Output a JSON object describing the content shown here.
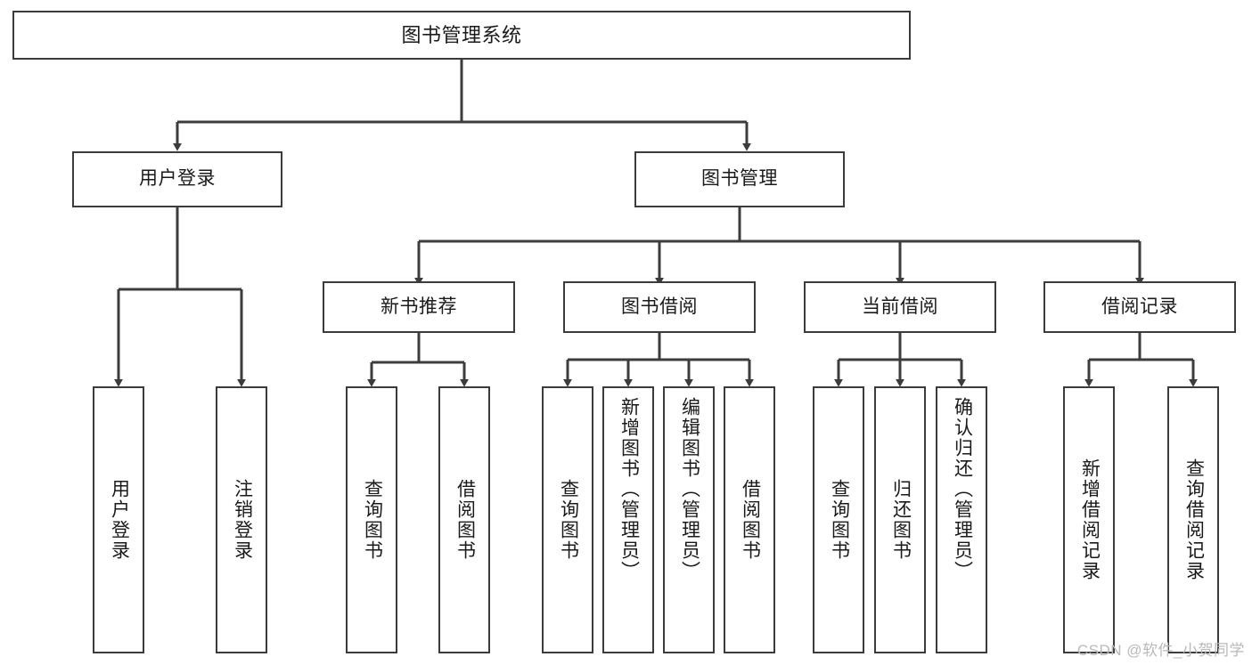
{
  "diagram": {
    "type": "tree",
    "title": "图书管理系统",
    "watermark": "CSDN @软件_小贺同学",
    "colors": {
      "box_border": "#3c3c3c",
      "box_fill": "#ffffff",
      "edge": "#3c3c3c",
      "text": "#1a1a1a",
      "watermark": "#b9b9b9",
      "background": "#ffffff"
    },
    "root": {
      "label": "图书管理系统"
    },
    "level2": [
      {
        "label": "用户登录"
      },
      {
        "label": "图书管理"
      }
    ],
    "level3": [
      {
        "label": "新书推荐"
      },
      {
        "label": "图书借阅"
      },
      {
        "label": "当前借阅"
      },
      {
        "label": "借阅记录"
      }
    ],
    "leaves": {
      "user_login": [
        {
          "label": "用户登录"
        },
        {
          "label": "注销登录"
        }
      ],
      "new_book_recommend": [
        {
          "label": "查询图书"
        },
        {
          "label": "借阅图书"
        }
      ],
      "book_borrow": [
        {
          "label": "查询图书"
        },
        {
          "label": "新增图书（管理员）"
        },
        {
          "label": "编辑图书（管理员）"
        },
        {
          "label": "借阅图书"
        }
      ],
      "current_borrow": [
        {
          "label": "查询图书"
        },
        {
          "label": "归还图书"
        },
        {
          "label": "确认归还（管理员）"
        }
      ],
      "borrow_record": [
        {
          "label": "新增借阅记录"
        },
        {
          "label": "查询借阅记录"
        }
      ]
    }
  }
}
